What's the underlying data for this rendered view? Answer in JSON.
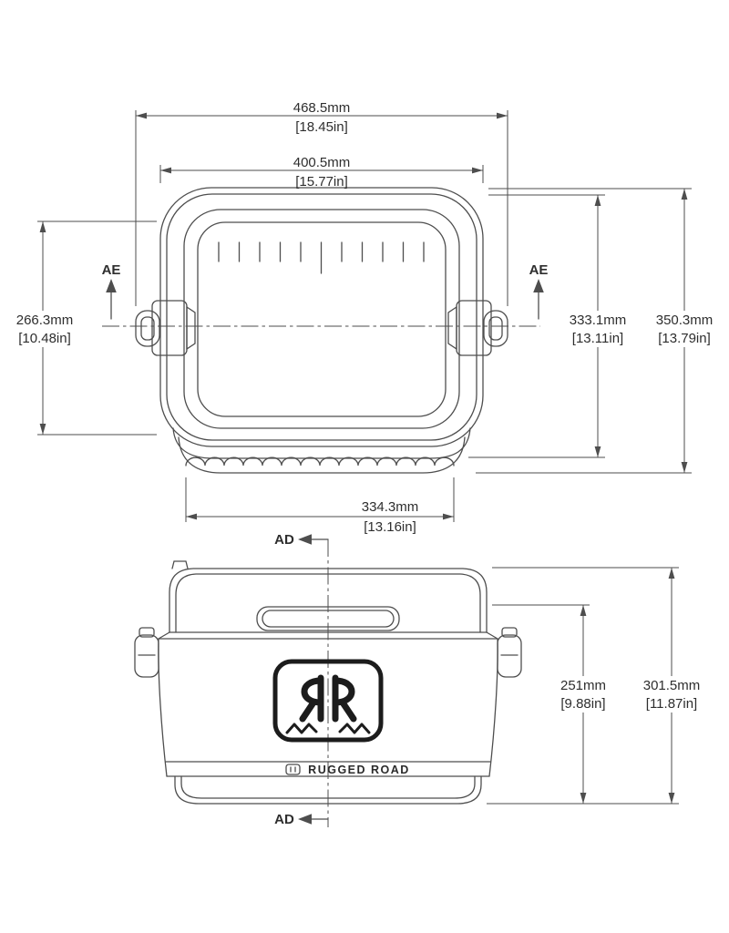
{
  "top_view": {
    "dim_width_overall": {
      "mm": "468.5mm",
      "in": "[18.45in]"
    },
    "dim_width_lid": {
      "mm": "400.5mm",
      "in": "[15.77in]"
    },
    "dim_height_left": {
      "mm": "266.3mm",
      "in": "[10.48in]"
    },
    "dim_height_inner": {
      "mm": "333.1mm",
      "in": "[13.11in]"
    },
    "dim_height_overall": {
      "mm": "350.3mm",
      "in": "[13.79in]"
    },
    "dim_width_base": {
      "mm": "334.3mm",
      "in": "[13.16in]"
    },
    "section_label_left": "AE",
    "section_label_right": "AE"
  },
  "front_view": {
    "dim_height_body": {
      "mm": "251mm",
      "in": "[9.88in]"
    },
    "dim_height_overall": {
      "mm": "301.5mm",
      "in": "[11.87in]"
    },
    "section_label_top": "AD",
    "section_label_bottom": "AD",
    "brand_text": "RUGGED ROAD"
  }
}
